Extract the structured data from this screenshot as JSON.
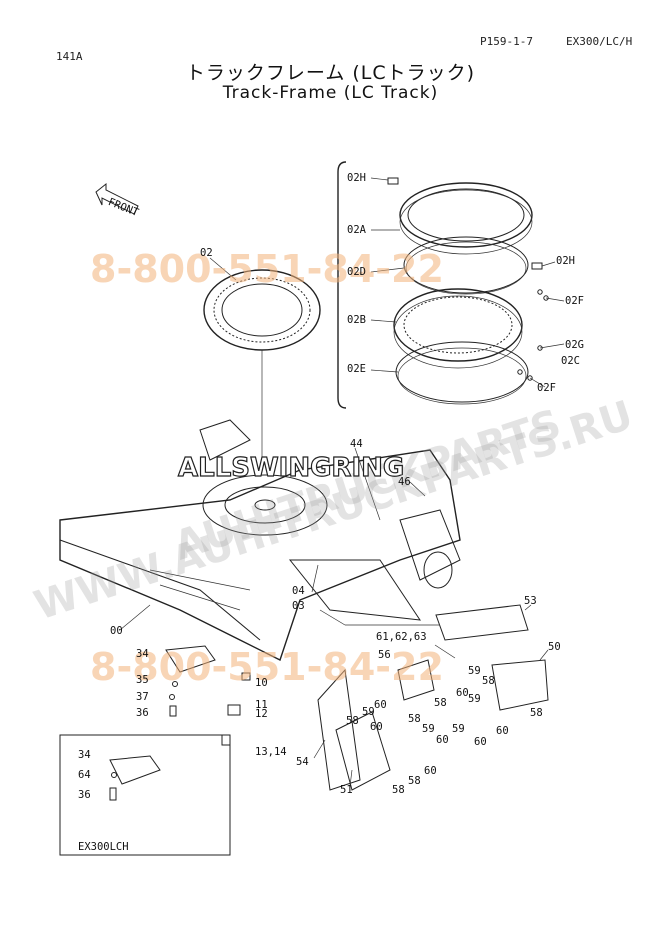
{
  "header": {
    "left_code": "141A",
    "page_ref": "P159-1-7",
    "model": "EX300/LC/H"
  },
  "title": {
    "japanese": "トラックフレーム (LCトラック)",
    "english": "Track-Frame (LC Track)"
  },
  "front_marker": "FRONT",
  "watermarks": {
    "phone_top": "8-800-551-84-22",
    "phone_bottom": "8-800-551-84-22",
    "site_top": "WWW.AUHITRUCKPARTS.RU",
    "site_bottom": "AUHITRUCKPARTS",
    "brand": "ALLSWINGRING"
  },
  "inset": {
    "caption": "EX300LCH"
  },
  "callouts": {
    "c02H_top": "02H",
    "c02A": "02A",
    "c02D": "02D",
    "c02B": "02B",
    "c02E": "02E",
    "c02": "02",
    "c02H_right": "02H",
    "c02F_top": "02F",
    "c02G": "02G",
    "c02C": "02C",
    "c02F_bottom": "02F",
    "c44": "44",
    "c46": "46",
    "c04": "04",
    "c03": "03",
    "c00": "00",
    "c34": "34",
    "c35": "35",
    "c37": "37",
    "c36": "36",
    "c10": "10",
    "c11": "11",
    "c12": "12",
    "c13_14": "13,14",
    "c53": "53",
    "c50": "50",
    "c61_62_63": "61,62,63",
    "c56": "56",
    "c59_a": "59",
    "c58_a": "58",
    "c60_a": "60",
    "c58_b": "58",
    "c60_b": "60",
    "c59_b": "59",
    "c58_c": "58",
    "c59_c": "59",
    "c60_c": "60",
    "c58_d": "58",
    "c59_d": "59",
    "c60_d": "60",
    "c60_e": "60",
    "c58_e": "58",
    "c60_f": "60",
    "c54": "54",
    "c51": "51",
    "c58_f": "58",
    "c59_e": "59",
    "c60_g": "60",
    "c58_g": "58",
    "i34": "34",
    "i64": "64",
    "i36": "36"
  }
}
